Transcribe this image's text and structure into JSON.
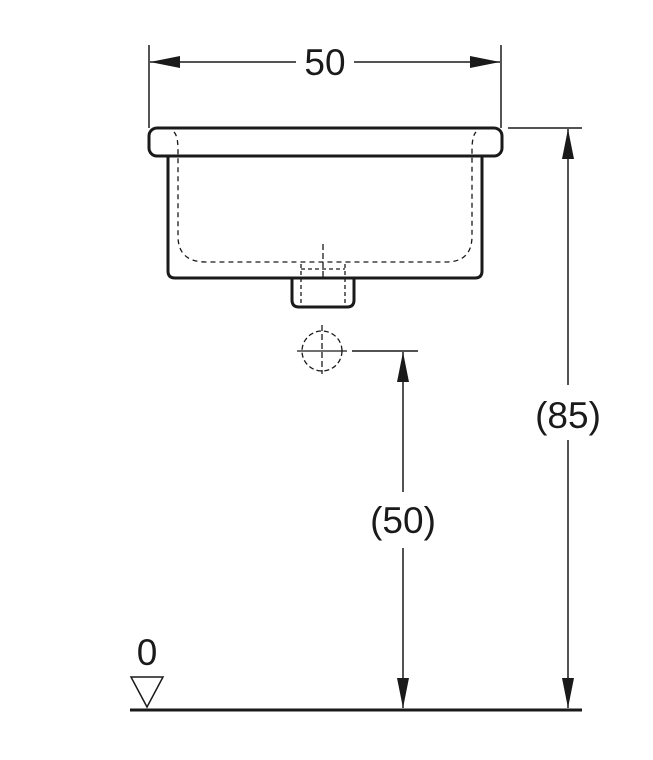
{
  "dimensions": {
    "top_width": "50",
    "overall_height": "(85)",
    "drain_height": "(50)",
    "floor_level": "0"
  }
}
